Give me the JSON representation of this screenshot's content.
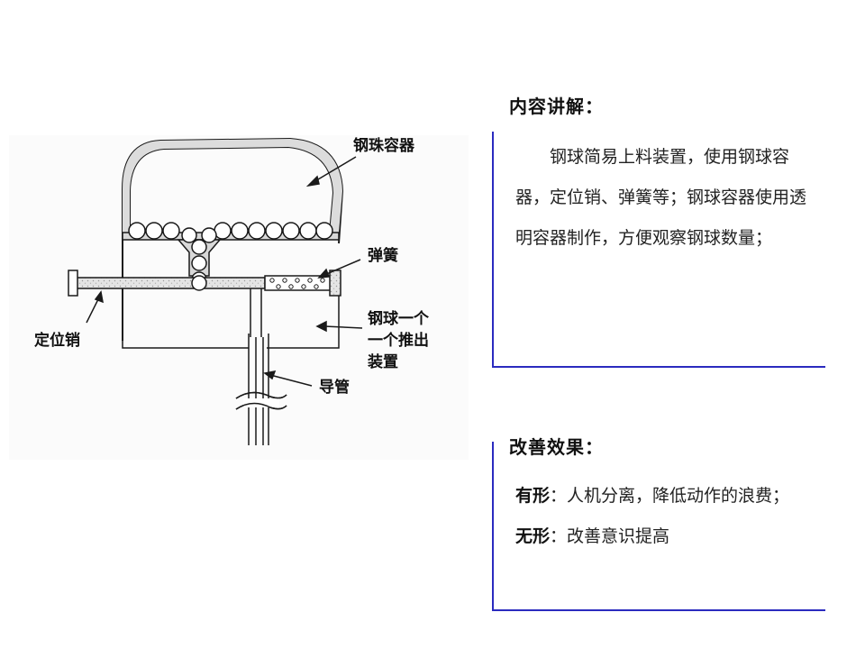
{
  "diagram": {
    "labels": {
      "container": "钢珠容器",
      "spring": "弹簧",
      "locating_pin": "定位销",
      "pusher_line1": "钢球一个",
      "pusher_line2": "一个推出",
      "pusher_line3": "装置",
      "guide_tube": "导管"
    }
  },
  "content_section": {
    "title": "内容讲解：",
    "body": "钢球简易上料装置，使用钢球容器，定位销、弹簧等；钢球容器使用透明容器制作，方便观察钢球数量；"
  },
  "effect_section": {
    "title": "改善效果：",
    "tangible_label": "有形",
    "tangible_text": "：人机分离，降低动作的浪费；",
    "intangible_label": "无形",
    "intangible_text": "：改善意识提高"
  },
  "colors": {
    "accent_border": "#2b2bbf",
    "line": "#1a1a1a"
  }
}
